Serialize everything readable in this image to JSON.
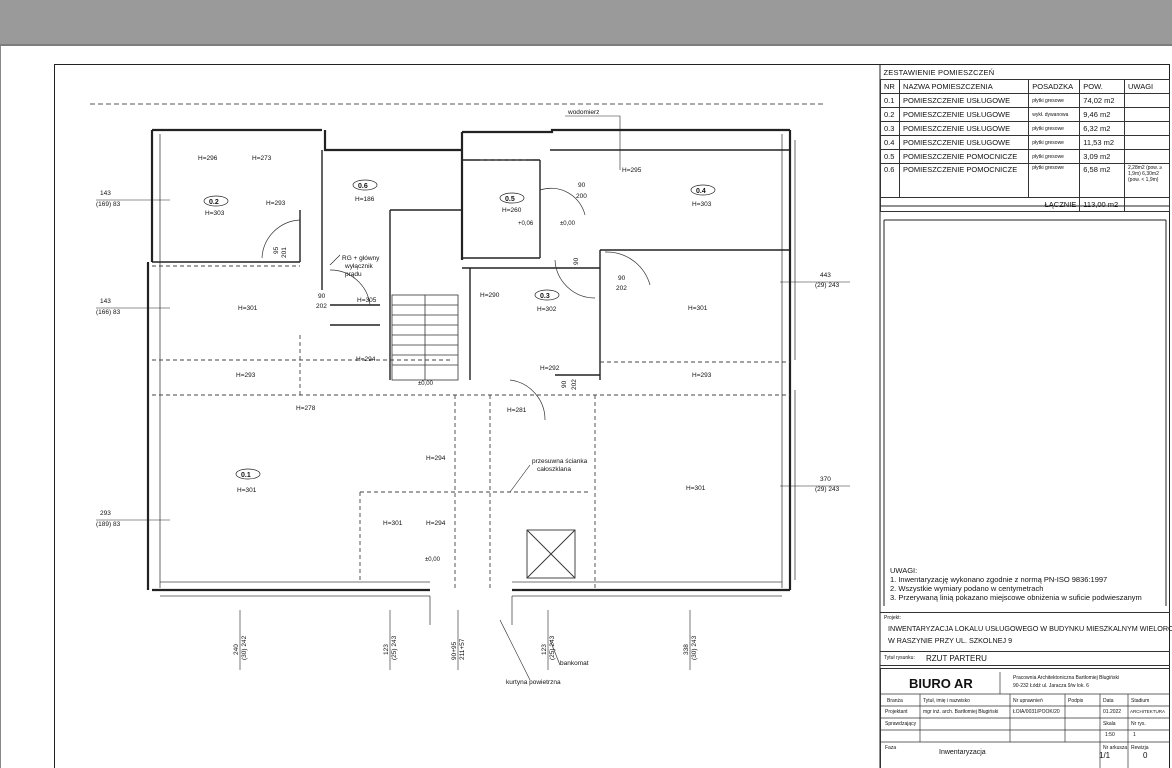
{
  "drawing": {
    "table": {
      "title": "ZESTAWIENIE POMIESZCZEŃ",
      "headers": [
        "NR",
        "NAZWA POMIESZCZENIA",
        "POSADZKA",
        "POW.",
        "UWAGI"
      ],
      "rows": [
        {
          "nr": "0.1",
          "name": "POMIESZCZENIE USŁUGOWE",
          "floor": "płytki gresowe",
          "area": "74,02 m2",
          "note": ""
        },
        {
          "nr": "0.2",
          "name": "POMIESZCZENIE USŁUGOWE",
          "floor": "wykł. dywanowa",
          "area": "9,46 m2",
          "note": ""
        },
        {
          "nr": "0.3",
          "name": "POMIESZCZENIE USŁUGOWE",
          "floor": "płytki gresowe",
          "area": "6,32 m2",
          "note": ""
        },
        {
          "nr": "0.4",
          "name": "POMIESZCZENIE USŁUGOWE",
          "floor": "płytki gresowe",
          "area": "11,53 m2",
          "note": ""
        },
        {
          "nr": "0.5",
          "name": "POMIESZCZENIE POMOCNICZE",
          "floor": "płytki gresowe",
          "area": "3,09 m2",
          "note": ""
        },
        {
          "nr": "0.6",
          "name": "POMIESZCZENIE POMOCNICZE",
          "floor": "płytki gresowe",
          "area": "6,58 m2",
          "note": "2,28m2 (pow. ≥ 1,9m) 6,30m2 (pow. < 1,9m)"
        }
      ],
      "total_label": "ŁĄCZNIE",
      "total_value": "113,00 m2"
    },
    "notes": {
      "title": "UWAGI:",
      "items": [
        "1. Inwentaryzację wykonano zgodnie z normą PN-ISO 9836:1997",
        "2. Wszystkie wymiary podano w centymetrach",
        "3. Przerywaną linią pokazano miejscowe obniżenia w suficie podwieszanym"
      ]
    },
    "project": {
      "label": "Projekt:",
      "line1": "INWENTARYZACJA LOKALU USŁUGOWEGO W BUDYNKU MIESZKALNYM WIELORODZINNYM",
      "line2": "W RASZYNIE PRZY UL. SZKOLNEJ 9"
    },
    "sheet_title": {
      "label": "Tytuł rysunku:",
      "value": "RZUT PARTERU"
    },
    "office": {
      "name": "BIURO AR",
      "line1": "Pracownia Architektoniczna Bartłomiej Bługiński",
      "line2": "90-232 Łódź ul. Jaracza 9/w lok. 6"
    },
    "stamp": {
      "branch": "Branża",
      "name_col": "Tytuł, imię i nazwisko",
      "perm_col": "Nr uprawnień",
      "sign_col": "Podpis",
      "date_col": "Data",
      "stage_col": "Stadium",
      "designer_label": "Projektant",
      "designer_name": "mgr inż. arch. Bartłomiej Bługiński",
      "designer_perm": "ŁOIA/0031/POOK/20",
      "date": "01.2022",
      "stage": "ARCHITEKTURA",
      "checker_label": "Sprawdzający",
      "scale_label": "Skala",
      "scale": "1:50",
      "sheet_no_label": "Nr rys.",
      "sheet_no": "1",
      "phase_label": "Faza",
      "phase": "Inwentaryzacja",
      "page_label": "Nr arkusza",
      "page": "1/1",
      "rev_label": "Rewizja",
      "rev": "0"
    },
    "labels": {
      "wodomierz": "wodomierz",
      "rg": "RG + główny",
      "wyl": "wyłącznik",
      "pradu": "prądu",
      "scianka1": "przesuwna ścianka",
      "scianka2": "całoszklana",
      "bankomat": "bankomat",
      "kurtyna": "kurtyna powietrzna"
    },
    "rooms": {
      "r01": "0.1",
      "r02": "0.2",
      "r03": "0.3",
      "r04": "0.4",
      "r05": "0.5",
      "r06": "0.6"
    },
    "heights": {
      "h296": "H=296",
      "h273": "H=273",
      "h303a": "H=303",
      "h293a": "H=293",
      "h186": "H=186",
      "h260": "H=260",
      "h295": "H=295",
      "h303b": "H=303",
      "h301a": "H=301",
      "h305": "H=305",
      "h290": "H=290",
      "h302": "H=302",
      "h301b": "H=301",
      "h294a": "H=294",
      "h293b": "H=293",
      "h292": "H=292",
      "h293c": "H=293",
      "h278": "H=278",
      "h281": "H=281",
      "h294b": "H=294",
      "h301c": "H=301",
      "h301d": "H=301",
      "h301e": "H=301",
      "h294c": "H=294"
    },
    "levels": {
      "l1": "±0,00",
      "l2": "+0,06",
      "l3": "±0,00",
      "l4": "±0,00"
    },
    "dims": {
      "d143a": "143",
      "d169": "(169) 83",
      "d143b": "143",
      "d166": "(166) 83",
      "d293": "293",
      "d189": "(189) 83",
      "d443": "443",
      "d29a": "(29) 243",
      "d370": "370",
      "d29b": "(29) 243",
      "d90a": "90",
      "d200": "200",
      "d90b": "90",
      "d202a": "202",
      "d90c": "90",
      "d202b": "202",
      "d90d": "90",
      "d201": "201",
      "d95": "95",
      "d90e": "90",
      "d202c": "202",
      "b240": "240",
      "b30": "(30) 242",
      "b123a": "123",
      "b25a": "(25) 243",
      "b9045": "90+95",
      "b211": "211+57",
      "b123b": "123",
      "b25b": "(25) 243",
      "b338": "338",
      "b30b": "(30) 243"
    }
  }
}
